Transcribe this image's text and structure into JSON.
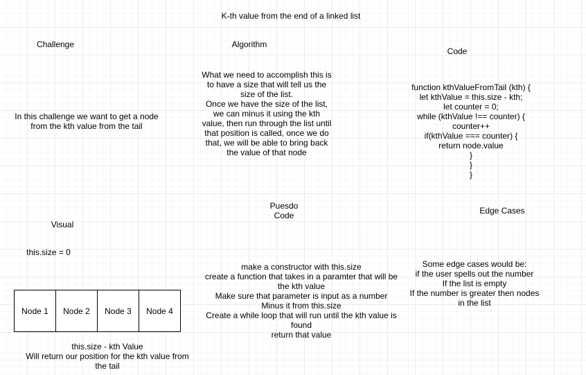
{
  "title": "K-th value from the end of a linked list",
  "challenge": {
    "heading": "Challenge",
    "lines": [
      "In this challenge we want to get a node",
      "from the kth value from the tail"
    ]
  },
  "algorithm": {
    "heading": "Algorithm",
    "lines": [
      "What we need to accomplish this is",
      "to have a size that will tell us the",
      "size of the list.",
      "Once we have the size of the list,",
      "we can minus it using the kth",
      "value, then run through the list until",
      "that position is called, once we do",
      "that, we will be able to bring back",
      "the value of that node"
    ]
  },
  "code": {
    "heading": "Code",
    "lines": [
      "function kthValueFromTail (kth) {",
      "let kthValue = this.size - kth;",
      "let counter = 0;",
      "while (kthValue !== counter) {",
      "counter++",
      "if(kthValue === counter) {",
      "return node.value",
      "}",
      "}",
      "}"
    ]
  },
  "visual": {
    "heading": "Visual",
    "size_label": "this.size = 0",
    "nodes": [
      "Node 1",
      "Node 2",
      "Node 3",
      "Node 4"
    ],
    "caption_lines": [
      "this.size - kth Value",
      "Will return our position for the kth value from",
      "the tail"
    ]
  },
  "pseudo": {
    "heading_lines": [
      "Puesdo",
      "Code"
    ],
    "lines": [
      "make a constructor with this.size",
      "create a function that takes in a paramter that will be",
      "the kth value",
      "Make sure that parameter is input as a number",
      "Minus it from this.size",
      "Create a while loop that will run until the kth value is",
      "found",
      "return that value"
    ]
  },
  "edge_cases": {
    "heading": "Edge Cases",
    "lines": [
      "Some edge cases would be:",
      "if the user spells out the number",
      "If the list is empty",
      "If the number is greater then nodes",
      "in the list"
    ]
  }
}
